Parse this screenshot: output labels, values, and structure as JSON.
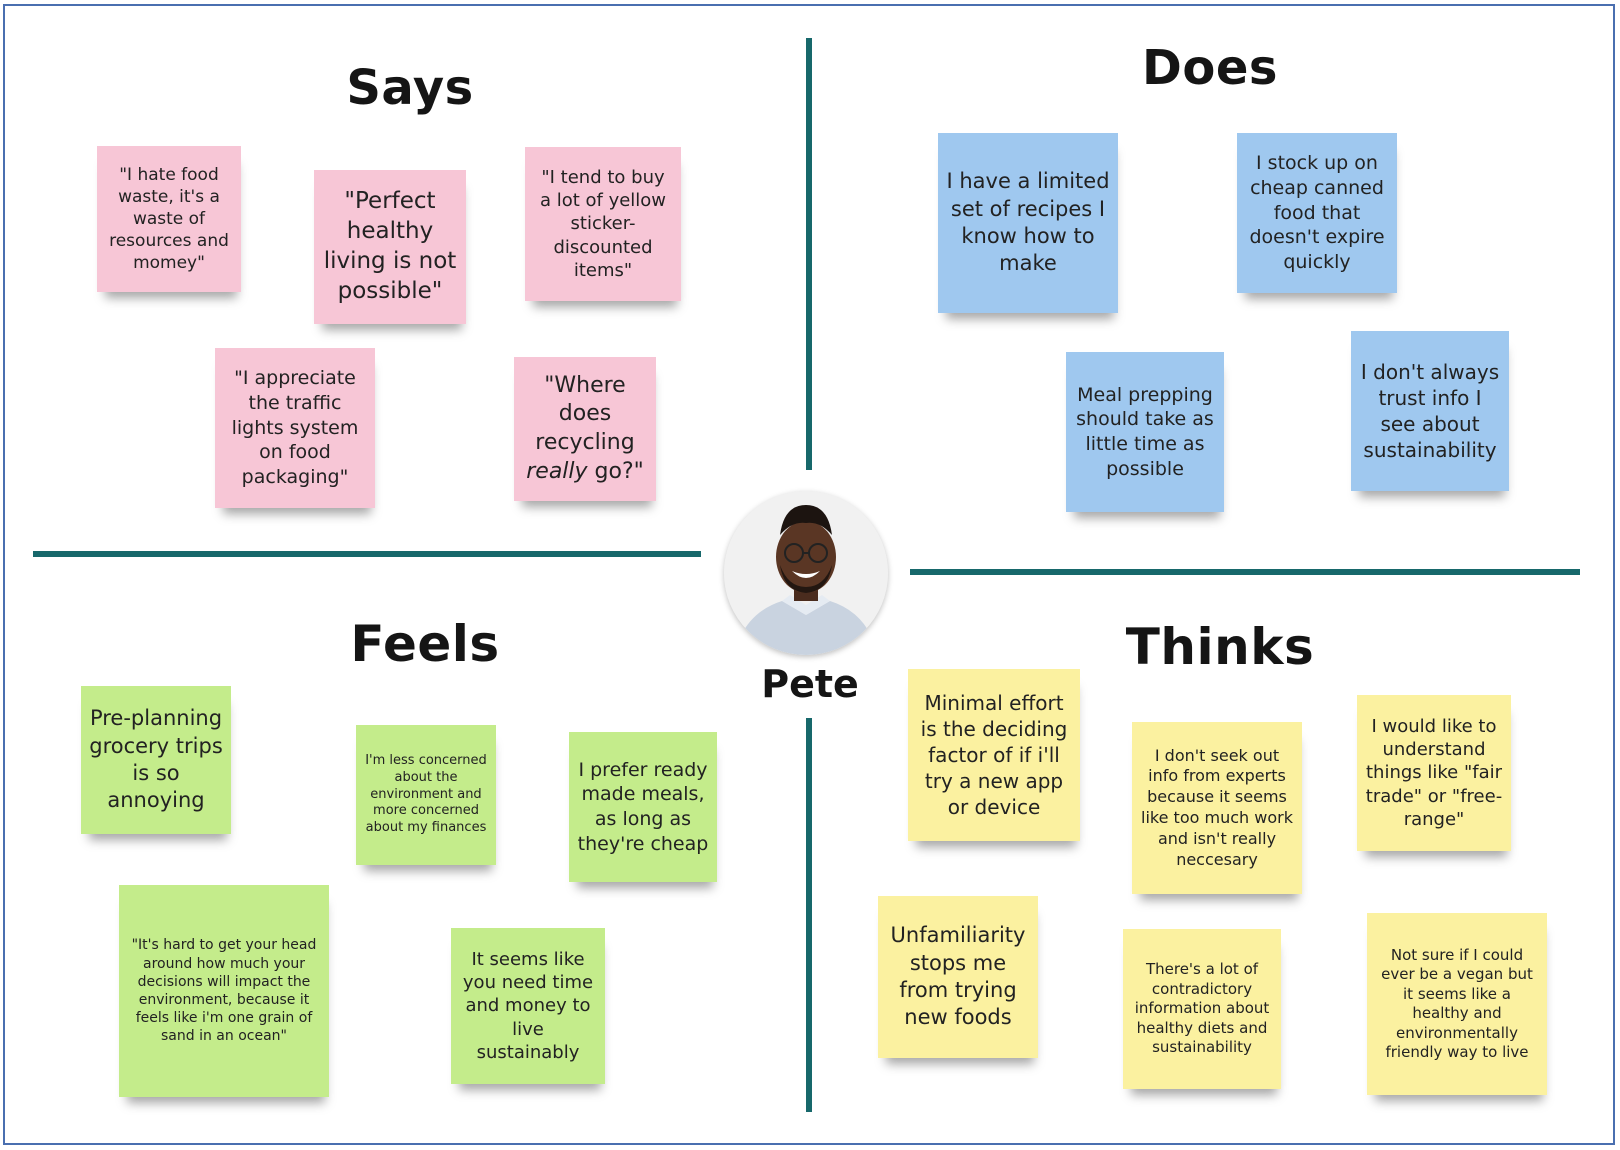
{
  "persona": {
    "name": "Pete",
    "photo_icon": "person-portrait-icon"
  },
  "colors": {
    "divider": "#17686b",
    "says": "#f7c6d6",
    "does": "#9fc8ef",
    "feels": "#c4ec8b",
    "thinks": "#fbf1a0",
    "frame": "#4a6fb0"
  },
  "says": {
    "title": "Says",
    "notes": [
      "\"I hate food waste, it's a waste of resources and momey\"",
      "\"Perfect healthy living is not possible\"",
      "\"I tend to buy a lot of yellow sticker-discounted items\"",
      "\"I appreciate the traffic lights system on food packaging\"",
      "\"Where does recycling really go?\""
    ],
    "note_5_parts": {
      "before": "\"Where does recycling ",
      "emphasis": "really",
      "after": " go?\""
    }
  },
  "does": {
    "title": "Does",
    "notes": [
      "I have a limited set of recipes I know how to make",
      "I stock up on cheap canned food that doesn't expire quickly",
      "Meal prepping should take as little time as possible",
      "I don't always trust info I see about sustainability"
    ]
  },
  "feels": {
    "title": "Feels",
    "notes": [
      "Pre-planning grocery trips is so annoying",
      "I'm less concerned about the environment and more concerned about my finances",
      "I prefer ready made meals, as long as they're cheap",
      "\"It's  hard to get your head around how much your decisions will impact the environment, because it feels like i'm one grain of sand in an ocean\"",
      "It seems like you need time and money to live sustainably"
    ]
  },
  "thinks": {
    "title": "Thinks",
    "notes": [
      "Minimal effort is the deciding factor of if i'll try a new app or device",
      "I don't seek out info from experts because it seems like too much work and isn't really neccesary",
      "I would like to understand things like \"fair trade\" or \"free-range\"",
      "Unfamiliarity stops me from trying new foods",
      "There's a lot of contradictory information about healthy diets and sustainability",
      "Not sure if I could ever be a vegan but it seems like a healthy and environmentally friendly way to live"
    ]
  }
}
